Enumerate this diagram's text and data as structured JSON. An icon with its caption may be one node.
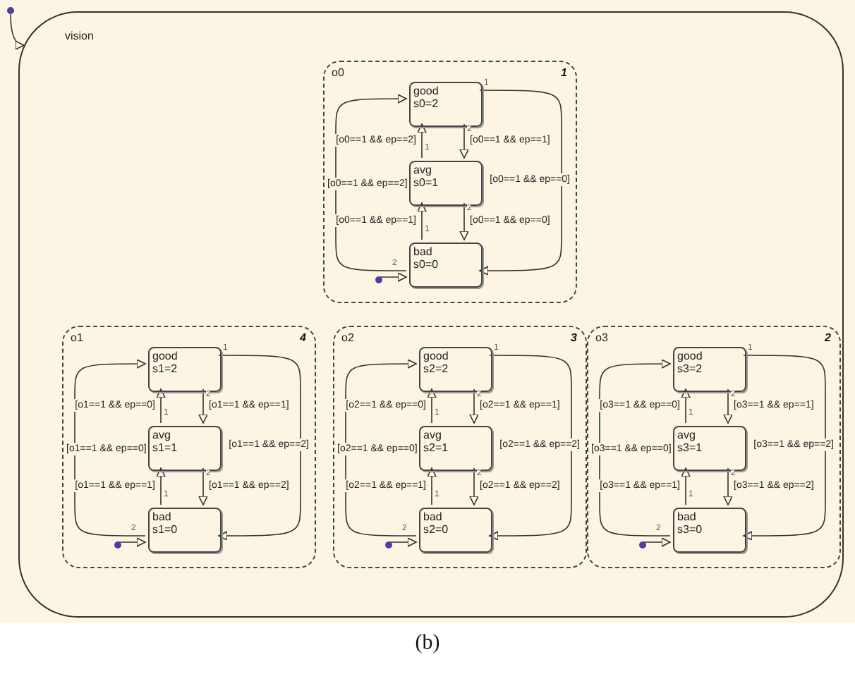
{
  "diagram": {
    "caption": "(b)",
    "nodes": [
      {
        "text": [],
        "shape": "circle"
      },
      {
        "text": [
          "vision"
        ]
      },
      {
        "text": [
          "o0",
          "1"
        ],
        "in": 1
      },
      {
        "text": [
          "good",
          "s0=2"
        ],
        "in": 2
      },
      {
        "text": [
          "avg",
          "s0=1"
        ],
        "in": 2
      },
      {
        "text": [
          "bad",
          "s0=0"
        ],
        "in": 2
      },
      {
        "text": [],
        "shape": "circle",
        "in": 2
      },
      {
        "text": [
          "o1",
          "4"
        ],
        "in": 1
      },
      {
        "text": [
          "good",
          "s1=2"
        ],
        "in": 7
      },
      {
        "text": [
          "avg",
          "s1=1"
        ],
        "in": 7
      },
      {
        "text": [
          "bad",
          "s1=0"
        ],
        "in": 7
      },
      {
        "text": [],
        "shape": "circle",
        "in": 7
      },
      {
        "text": [
          "o2",
          "3"
        ],
        "in": 1
      },
      {
        "text": [
          "good",
          "s2=2"
        ],
        "in": 12
      },
      {
        "text": [
          "avg",
          "s2=1"
        ],
        "in": 12
      },
      {
        "text": [
          "bad",
          "s2=0"
        ],
        "in": 12
      },
      {
        "text": [],
        "shape": "circle",
        "in": 12
      },
      {
        "text": [
          "o3",
          "2"
        ],
        "in": 1
      },
      {
        "text": [
          "good",
          "s3=2"
        ],
        "in": 17
      },
      {
        "text": [
          "avg",
          "s3=1"
        ],
        "in": 17
      },
      {
        "text": [
          "bad",
          "s3=0"
        ],
        "in": 17
      },
      {
        "text": [],
        "shape": "circle",
        "in": 17
      }
    ],
    "edges": [
      {
        "from": 0,
        "to": 1,
        "arrow": "to"
      },
      {
        "from": 3,
        "to": 4,
        "arrow": "to",
        "label": "[o0==1 && ep==1]"
      },
      {
        "from": 4,
        "to": 3,
        "arrow": "to",
        "label": "[o0==1 && ep==2]"
      },
      {
        "from": 3,
        "to": 5,
        "arrow": "to",
        "label": "[o0==1 && ep==0]"
      },
      {
        "from": 5,
        "to": 3,
        "arrow": "to",
        "label": "[o0==1 && ep==2]"
      },
      {
        "from": 4,
        "to": 5,
        "arrow": "to",
        "label": "[o0==1 && ep==0]"
      },
      {
        "from": 5,
        "to": 4,
        "arrow": "to",
        "label": "[o0==1 && ep==1]"
      },
      {
        "from": 6,
        "to": 5,
        "arrow": "to"
      },
      {
        "from": 8,
        "to": 9,
        "arrow": "to",
        "label": "[o1==1 && ep==1]"
      },
      {
        "from": 9,
        "to": 8,
        "arrow": "to",
        "label": "[o1==1 && ep==0]"
      },
      {
        "from": 8,
        "to": 10,
        "arrow": "to",
        "label": "[o1==1 && ep==2]"
      },
      {
        "from": 10,
        "to": 8,
        "arrow": "to",
        "label": "[o1==1 && ep==0]"
      },
      {
        "from": 9,
        "to": 10,
        "arrow": "to",
        "label": "[o1==1 && ep==2]"
      },
      {
        "from": 10,
        "to": 9,
        "arrow": "to",
        "label": "[o1==1 && ep==1]"
      },
      {
        "from": 11,
        "to": 10,
        "arrow": "to"
      },
      {
        "from": 13,
        "to": 14,
        "arrow": "to",
        "label": "[o2==1 && ep==1]"
      },
      {
        "from": 14,
        "to": 13,
        "arrow": "to",
        "label": "[o2==1 && ep==0]"
      },
      {
        "from": 13,
        "to": 15,
        "arrow": "to",
        "label": "[o2==1 && ep==2]"
      },
      {
        "from": 15,
        "to": 13,
        "arrow": "to",
        "label": "[o2==1 && ep==0]"
      },
      {
        "from": 14,
        "to": 15,
        "arrow": "to",
        "label": "[o2==1 && ep==2]"
      },
      {
        "from": 15,
        "to": 14,
        "arrow": "to",
        "label": "[o2==1 && ep==1]"
      },
      {
        "from": 16,
        "to": 15,
        "arrow": "to"
      },
      {
        "from": 18,
        "to": 19,
        "arrow": "to",
        "label": "[o3==1 && ep==1]"
      },
      {
        "from": 19,
        "to": 18,
        "arrow": "to",
        "label": "[o3==1 && ep==0]"
      },
      {
        "from": 18,
        "to": 20,
        "arrow": "to",
        "label": "[o3==1 && ep==2]"
      },
      {
        "from": 20,
        "to": 18,
        "arrow": "to",
        "label": "[o3==1 && ep==0]"
      },
      {
        "from": 19,
        "to": 20,
        "arrow": "to",
        "label": "[o3==1 && ep==2]"
      },
      {
        "from": 20,
        "to": 19,
        "arrow": "to",
        "label": "[o3==1 && ep==1]"
      },
      {
        "from": 21,
        "to": 20,
        "arrow": "to"
      }
    ],
    "labels": [
      "1",
      "2",
      "1",
      "2",
      "1",
      "2",
      "1",
      "2",
      "1",
      "2",
      "1",
      "2",
      "1",
      "2",
      "1",
      "2",
      "1",
      "2",
      "1",
      "2",
      "1",
      "2",
      "1",
      "2"
    ]
  }
}
